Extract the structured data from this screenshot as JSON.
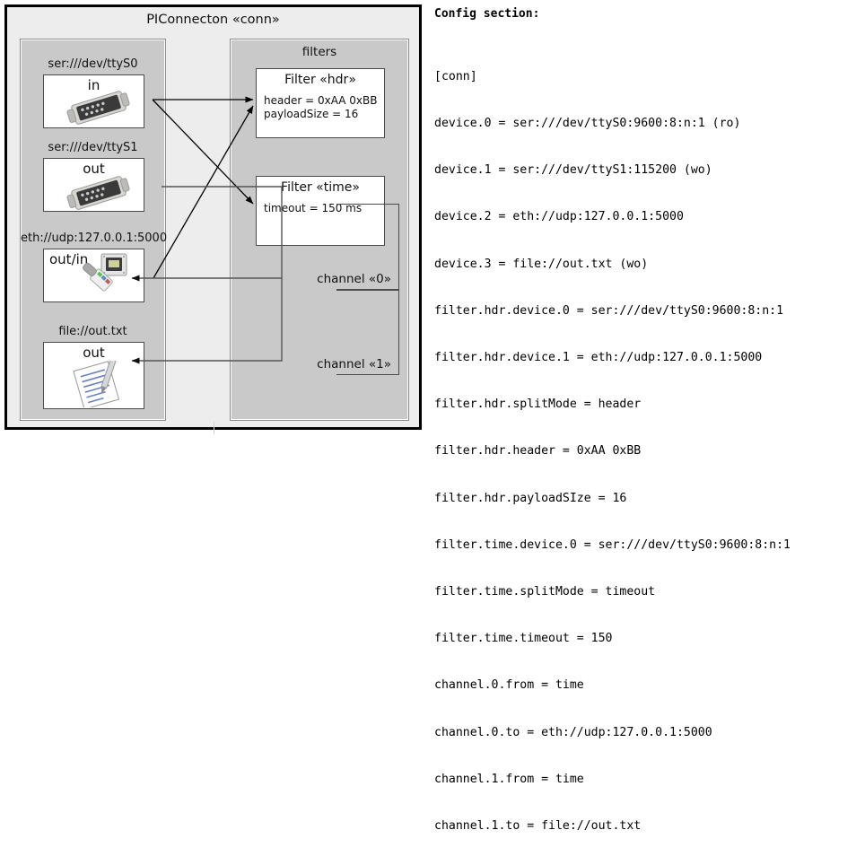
{
  "diagram": {
    "title": "PIConnecton «conn»",
    "devices_panel": {
      "title": "",
      "items": [
        {
          "label": "ser:///dev/ttyS0",
          "io": "in",
          "icon": "serial-port-icon"
        },
        {
          "label": "ser:///dev/ttyS1",
          "io": "out",
          "icon": "serial-port-icon"
        },
        {
          "label": "eth://udp:127.0.0.1:5000",
          "io": "out/in",
          "icon": "network-plug-icon"
        },
        {
          "label": "file://out.txt",
          "io": "out",
          "icon": "text-file-icon"
        }
      ]
    },
    "filters_panel": {
      "title": "filters",
      "filters": [
        {
          "title": "Filter «hdr»",
          "props": [
            "header = 0xAA 0xBB",
            "payloadSize = 16"
          ]
        },
        {
          "title": "Filter «time»",
          "props": [
            "timeout = 150 ms"
          ]
        }
      ],
      "channels": [
        {
          "label": "channel «0»"
        },
        {
          "label": "channel «1»"
        }
      ]
    }
  },
  "config": {
    "heading": "Config section:",
    "lines": [
      "[conn]",
      "device.0 = ser:///dev/ttyS0:9600:8:n:1 (ro)",
      "device.1 = ser:///dev/ttyS1:115200 (wo)",
      "device.2 = eth://udp:127.0.0.1:5000",
      "device.3 = file://out.txt (wo)",
      "filter.hdr.device.0 = ser:///dev/ttyS0:9600:8:n:1",
      "filter.hdr.device.1 = eth://udp:127.0.0.1:5000",
      "filter.hdr.splitMode = header",
      "filter.hdr.header = 0xAA 0xBB",
      "filter.hdr.payloadSIze = 16",
      "filter.time.device.0 = ser:///dev/ttyS0:9600:8:n:1",
      "filter.time.splitMode = timeout",
      "filter.time.timeout = 150",
      "channel.0.from = time",
      "channel.0.to = eth://udp:127.0.0.1:5000",
      "channel.1.from = time",
      "channel.1.to = file://out.txt"
    ]
  },
  "colors": {
    "frame_background": "#ededed",
    "panel_background": "#c9c9c9",
    "card_background": "#ffffff",
    "border": "#4b4b4b",
    "text": "#111111"
  }
}
